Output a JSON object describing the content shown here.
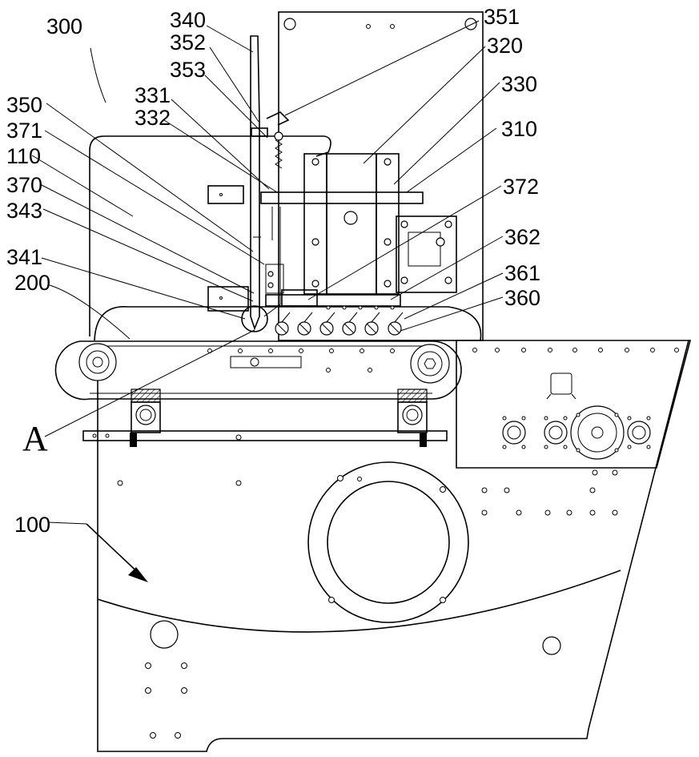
{
  "labels": {
    "l300": "300",
    "l340": "340",
    "l352": "352",
    "l353": "353",
    "l331": "331",
    "l332": "332",
    "l350": "350",
    "l371": "371",
    "l110": "110",
    "l370": "370",
    "l343": "343",
    "l341": "341",
    "l200": "200",
    "l351": "351",
    "l320": "320",
    "l330": "330",
    "l310": "310",
    "l372": "372",
    "l362": "362",
    "l361": "361",
    "l360": "360",
    "lA": "A",
    "l100": "100"
  }
}
